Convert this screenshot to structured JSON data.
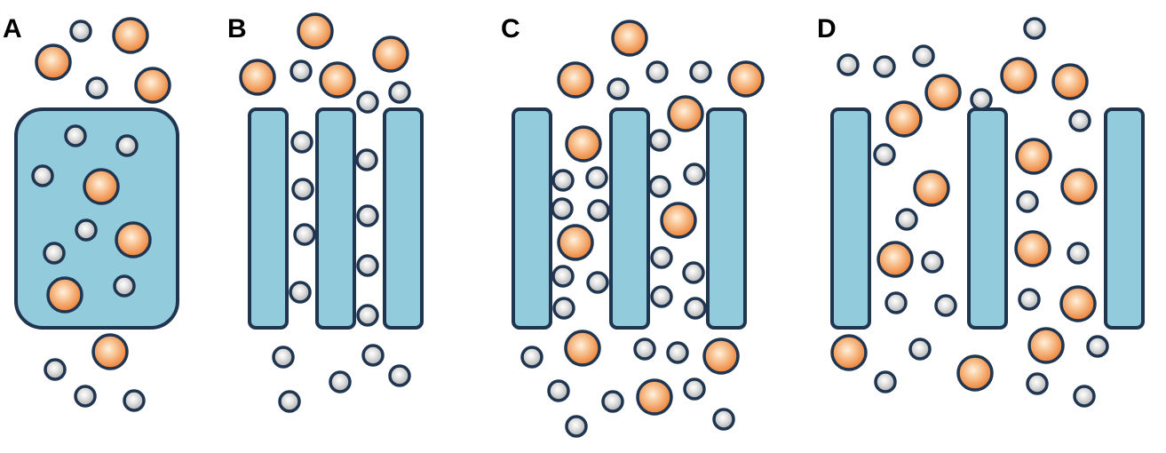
{
  "colors": {
    "background": "#ffffff",
    "membrane_fill": "#92cbdc",
    "outline": "#1f3550",
    "large_particle_center": "#fff1e0",
    "large_particle_edge": "#ec7c2f",
    "small_particle_center": "#ffffff",
    "small_particle_edge": "#a9a9a9"
  },
  "panels": [
    {
      "label": "A"
    },
    {
      "label": "B"
    },
    {
      "label": "C"
    },
    {
      "label": "D"
    }
  ]
}
